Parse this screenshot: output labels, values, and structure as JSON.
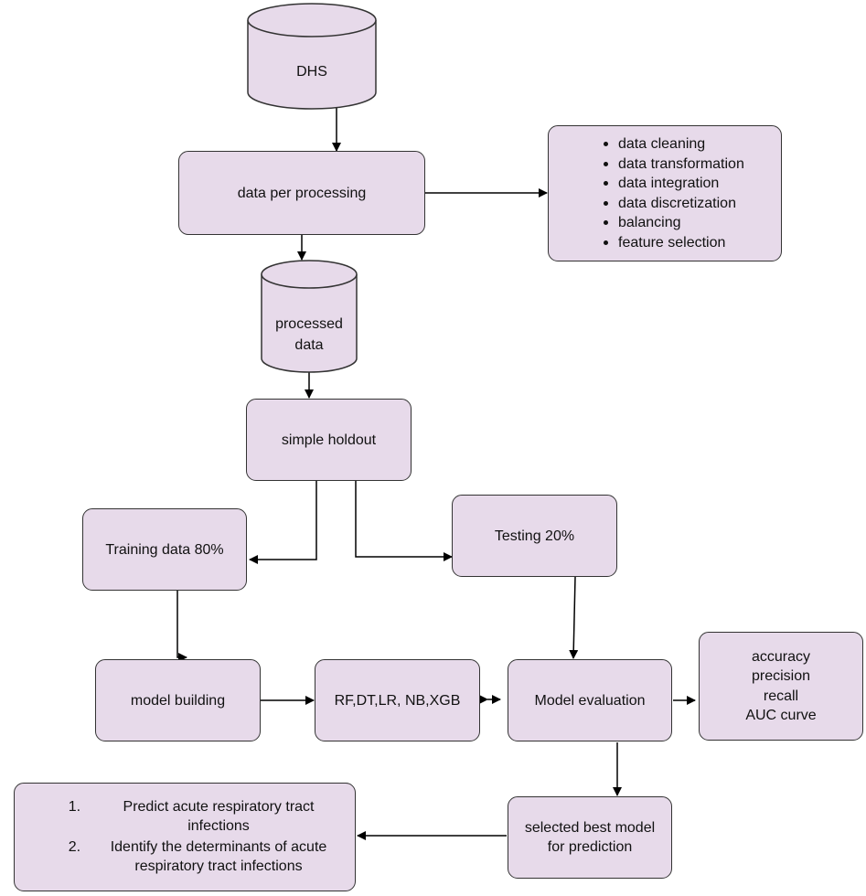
{
  "nodes": {
    "dhs": "DHS",
    "preprocessing": "data per processing",
    "processed_line1": "processed",
    "processed_line2": "data",
    "holdout": "simple holdout",
    "training": "Training data 80%",
    "testing": "Testing 20%",
    "model_building": "model building",
    "algorithms": "RF,DT,LR, NB,XGB",
    "evaluation": "Model evaluation",
    "best_model_line1": "selected best model",
    "best_model_line2": "for prediction"
  },
  "preprocessing_steps": [
    "data cleaning",
    "data transformation",
    "data integration",
    "data discretization",
    "balancing",
    "feature selection"
  ],
  "metrics": [
    "accuracy",
    "precision",
    "recall",
    "AUC curve"
  ],
  "outcomes": [
    {
      "num": "1.",
      "line1": "Predict acute respiratory tract",
      "line2": "infections"
    },
    {
      "num": "2.",
      "line1": "Identify the determinants of  acute",
      "line2": "respiratory tract infections"
    }
  ],
  "colors": {
    "box_fill": "#e7daea",
    "stroke": "#333333",
    "arrow": "#000000"
  }
}
